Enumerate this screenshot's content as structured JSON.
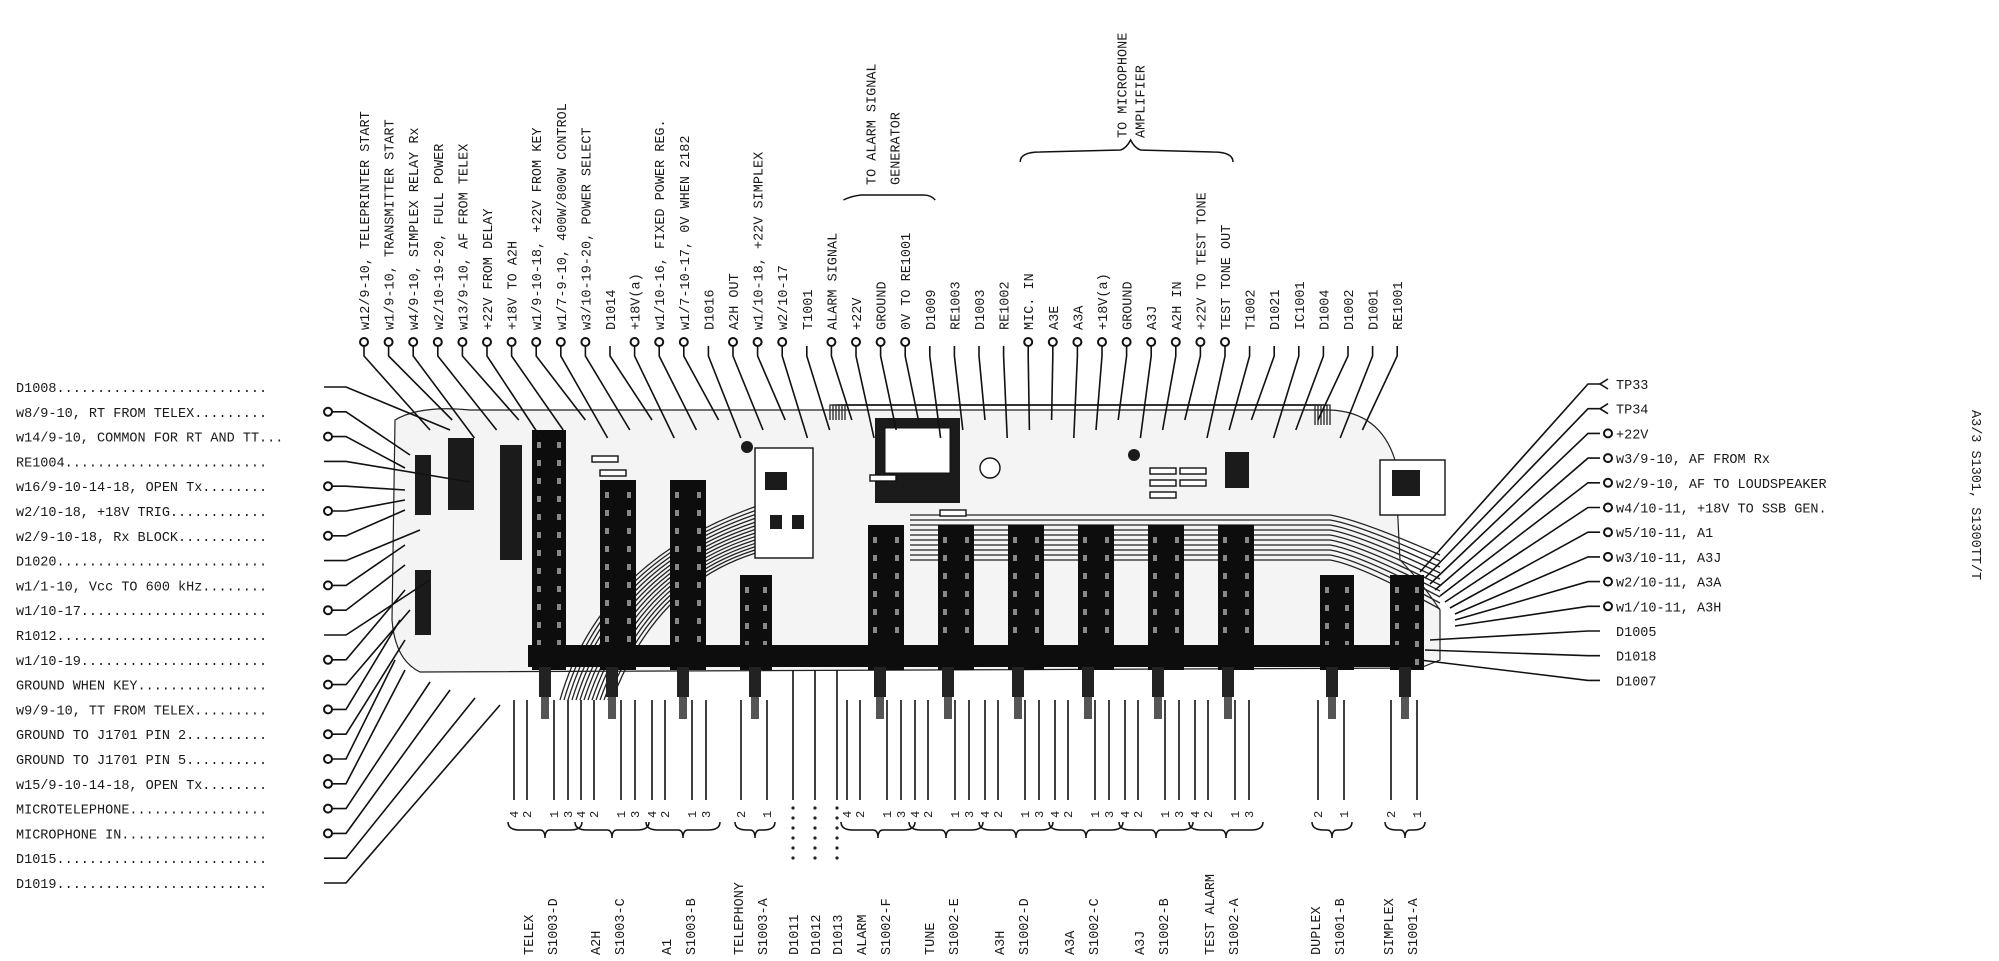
{
  "diagram": {
    "type": "pcb-component-location",
    "side_caption": "A3/3 S1301, S1300TT/T",
    "left_labels": [
      {
        "text": "D1008",
        "terminal": "line"
      },
      {
        "text": "w8/9-10, RT FROM TELEX",
        "terminal": "ring"
      },
      {
        "text": "w14/9-10, COMMON FOR RT AND TT",
        "terminal": "ring"
      },
      {
        "text": "RE1004",
        "terminal": "line"
      },
      {
        "text": "w16/9-10-14-18, OPEN Tx",
        "terminal": "ring"
      },
      {
        "text": "w2/10-18, +18V TRIG",
        "terminal": "ring"
      },
      {
        "text": "w2/9-10-18, Rx BLOCK",
        "terminal": "ring"
      },
      {
        "text": "D1020",
        "terminal": "line"
      },
      {
        "text": "w1/1-10, Vcc TO 600 kHz",
        "terminal": "ring"
      },
      {
        "text": "w1/10-17",
        "terminal": "ring"
      },
      {
        "text": "R1012",
        "terminal": "line"
      },
      {
        "text": "w1/10-19",
        "terminal": "ring"
      },
      {
        "text": "GROUND WHEN KEY",
        "terminal": "ring"
      },
      {
        "text": "w9/9-10, TT FROM TELEX",
        "terminal": "ring"
      },
      {
        "text": "GROUND TO J1701 PIN 2",
        "terminal": "ring"
      },
      {
        "text": "GROUND TO J1701 PIN 5",
        "terminal": "ring"
      },
      {
        "text": "w15/9-10-14-18, OPEN Tx",
        "terminal": "ring"
      },
      {
        "text": "MICROTELEPHONE",
        "terminal": "ring"
      },
      {
        "text": "MICROPHONE IN",
        "terminal": "ring"
      },
      {
        "text": "D1015",
        "terminal": "line"
      },
      {
        "text": "D1019",
        "terminal": "line"
      }
    ],
    "top_labels": [
      {
        "text": "w12/9-10, TELEPRINTER START",
        "terminal": "ring"
      },
      {
        "text": "w1/9-10, TRANSMITTER START",
        "terminal": "ring"
      },
      {
        "text": "w4/9-10, SIMPLEX RELAY Rx",
        "terminal": "ring"
      },
      {
        "text": "w2/10-19-20, FULL POWER",
        "terminal": "ring"
      },
      {
        "text": "w13/9-10, AF FROM TELEX",
        "terminal": "ring"
      },
      {
        "text": "+22V FROM DELAY",
        "terminal": "ring"
      },
      {
        "text": "+18V TO A2H",
        "terminal": "ring"
      },
      {
        "text": "w1/9-10-18, +22V FROM KEY",
        "terminal": "ring"
      },
      {
        "text": "w1/7-9-10, 400W/800W CONTROL",
        "terminal": "ring"
      },
      {
        "text": "w3/10-19-20, POWER SELECT",
        "terminal": "ring"
      },
      {
        "text": "D1014",
        "terminal": "line"
      },
      {
        "text": "+18V(a)",
        "terminal": "ring"
      },
      {
        "text": "w1/10-16, FIXED POWER REG.",
        "terminal": "ring"
      },
      {
        "text": "w1/7-10-17, 0V WHEN 2182",
        "terminal": "ring"
      },
      {
        "text": "D1016",
        "terminal": "line"
      },
      {
        "text": "A2H OUT",
        "terminal": "ring"
      },
      {
        "text": "w1/10-18, +22V SIMPLEX",
        "terminal": "ring"
      },
      {
        "text": "w2/10-17",
        "terminal": "ring"
      },
      {
        "text": "T1001",
        "terminal": "line"
      },
      {
        "text": "ALARM SIGNAL",
        "terminal": "ring"
      },
      {
        "text": "+22V",
        "terminal": "ring"
      },
      {
        "text": "GROUND",
        "terminal": "ring"
      },
      {
        "text": "0V TO RE1001",
        "terminal": "ring"
      },
      {
        "text": "D1009",
        "terminal": "line"
      },
      {
        "text": "RE1003",
        "terminal": "line"
      },
      {
        "text": "D1003",
        "terminal": "line"
      },
      {
        "text": "RE1002",
        "terminal": "line"
      },
      {
        "text": "MIC. IN",
        "terminal": "ring"
      },
      {
        "text": "A3E",
        "terminal": "ring"
      },
      {
        "text": "A3A",
        "terminal": "ring"
      },
      {
        "text": "+18V(a)",
        "terminal": "ring"
      },
      {
        "text": "GROUND",
        "terminal": "ring"
      },
      {
        "text": "A3J",
        "terminal": "ring"
      },
      {
        "text": "A2H IN",
        "terminal": "ring"
      },
      {
        "text": "+22V TO TEST TONE",
        "terminal": "ring"
      },
      {
        "text": "TEST TONE OUT",
        "terminal": "ring"
      },
      {
        "text": "T1002",
        "terminal": "line"
      },
      {
        "text": "D1021",
        "terminal": "line"
      },
      {
        "text": "IC1001",
        "terminal": "line"
      },
      {
        "text": "D1004",
        "terminal": "line"
      },
      {
        "text": "D1002",
        "terminal": "line"
      },
      {
        "text": "D1001",
        "terminal": "line"
      },
      {
        "text": "RE1001",
        "terminal": "line"
      }
    ],
    "top_groups": [
      {
        "text_lines": [
          "TO ALARM SIGNAL",
          "GENERATOR"
        ],
        "from": 19,
        "to": 22
      },
      {
        "text_lines": [
          "TO MICROPHONE",
          "AMPLIFIER"
        ],
        "from": 27,
        "to": 35
      }
    ],
    "right_labels": [
      {
        "text": "TP33",
        "terminal": "test-point"
      },
      {
        "text": "TP34",
        "terminal": "test-point"
      },
      {
        "text": "+22V",
        "terminal": "ring"
      },
      {
        "text": "w3/9-10, AF FROM Rx",
        "terminal": "ring"
      },
      {
        "text": "w2/9-10, AF TO LOUDSPEAKER",
        "terminal": "ring"
      },
      {
        "text": "w4/10-11, +18V TO SSB GEN.",
        "terminal": "ring"
      },
      {
        "text": "w5/10-11, A1",
        "terminal": "ring"
      },
      {
        "text": "w3/10-11, A3J",
        "terminal": "ring"
      },
      {
        "text": "w2/10-11, A3A",
        "terminal": "ring"
      },
      {
        "text": "w1/10-11, A3H",
        "terminal": "ring"
      },
      {
        "text": "D1005",
        "terminal": "line"
      },
      {
        "text": "D1018",
        "terminal": "line"
      },
      {
        "text": "D1007",
        "terminal": "line"
      }
    ],
    "bottom_switches": [
      {
        "name": "TELEX",
        "ref": "S1003-D",
        "pins": [
          "4",
          "2",
          "1",
          "3"
        ]
      },
      {
        "name": "A2H",
        "ref": "S1003-C",
        "pins": [
          "4",
          "2",
          "1",
          "3"
        ]
      },
      {
        "name": "A1",
        "ref": "S1003-B",
        "pins": [
          "4",
          "2",
          "1",
          "3"
        ]
      },
      {
        "name": "TELEPHONY",
        "ref": "S1003-A",
        "pins": [
          "2",
          "1"
        ]
      },
      {
        "name": "ALARM",
        "ref": "S1002-F",
        "pins": [
          "4",
          "2",
          "1",
          "3"
        ]
      },
      {
        "name": "TUNE",
        "ref": "S1002-E",
        "pins": [
          "4",
          "2",
          "1",
          "3"
        ]
      },
      {
        "name": "A3H",
        "ref": "S1002-D",
        "pins": [
          "4",
          "2",
          "1",
          "3"
        ]
      },
      {
        "name": "A3A",
        "ref": "S1002-C",
        "pins": [
          "4",
          "2",
          "1",
          "3"
        ]
      },
      {
        "name": "A3J",
        "ref": "S1002-B",
        "pins": [
          "4",
          "2",
          "1",
          "3"
        ]
      },
      {
        "name": "TEST ALARM",
        "ref": "S1002-A",
        "pins": [
          "4",
          "2",
          "1",
          "3"
        ]
      },
      {
        "name": "DUPLEX",
        "ref": "S1001-B",
        "pins": [
          "2",
          "1"
        ]
      },
      {
        "name": "SIMPLEX",
        "ref": "S1001-A",
        "pins": [
          "2",
          "1"
        ]
      }
    ],
    "bottom_diodes": [
      "D1011",
      "D1012",
      "D1013"
    ]
  }
}
